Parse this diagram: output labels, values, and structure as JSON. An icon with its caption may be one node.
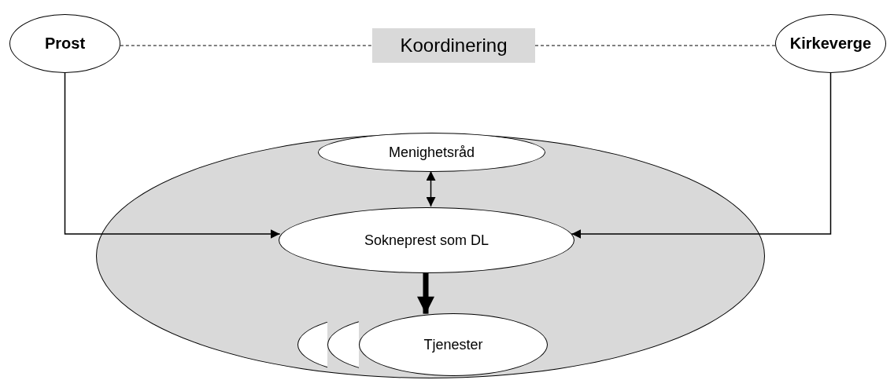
{
  "diagram": {
    "nodes": [
      {
        "text": [
          "Prost"
        ]
      },
      {
        "text": [
          "Koordinering"
        ]
      },
      {
        "text": [
          "Kirkeverge"
        ]
      },
      {
        "text": [],
        "shape": "ellipse"
      },
      {
        "text": [
          "Menighetsråd"
        ],
        "in": 3
      },
      {
        "text": [
          "Sokneprest som DL"
        ],
        "in": 3
      },
      {
        "text": [],
        "shape": "ellipse",
        "in": 3
      },
      {
        "text": [],
        "shape": "ellipse",
        "in": 3
      },
      {
        "text": [
          "Tjenester"
        ],
        "in": 3
      }
    ],
    "edges": [
      {
        "from": 0,
        "to": 1,
        "arrow": "none",
        "style": "dashed"
      },
      {
        "from": 1,
        "to": 2,
        "arrow": "none",
        "style": "dashed"
      },
      {
        "from": 0,
        "to": 5,
        "arrow": "to"
      },
      {
        "from": 2,
        "to": 5,
        "arrow": "to"
      },
      {
        "from": 4,
        "to": 5,
        "arrow": "both"
      },
      {
        "from": 5,
        "to": 8,
        "arrow": "to",
        "style": "thick"
      }
    ]
  }
}
